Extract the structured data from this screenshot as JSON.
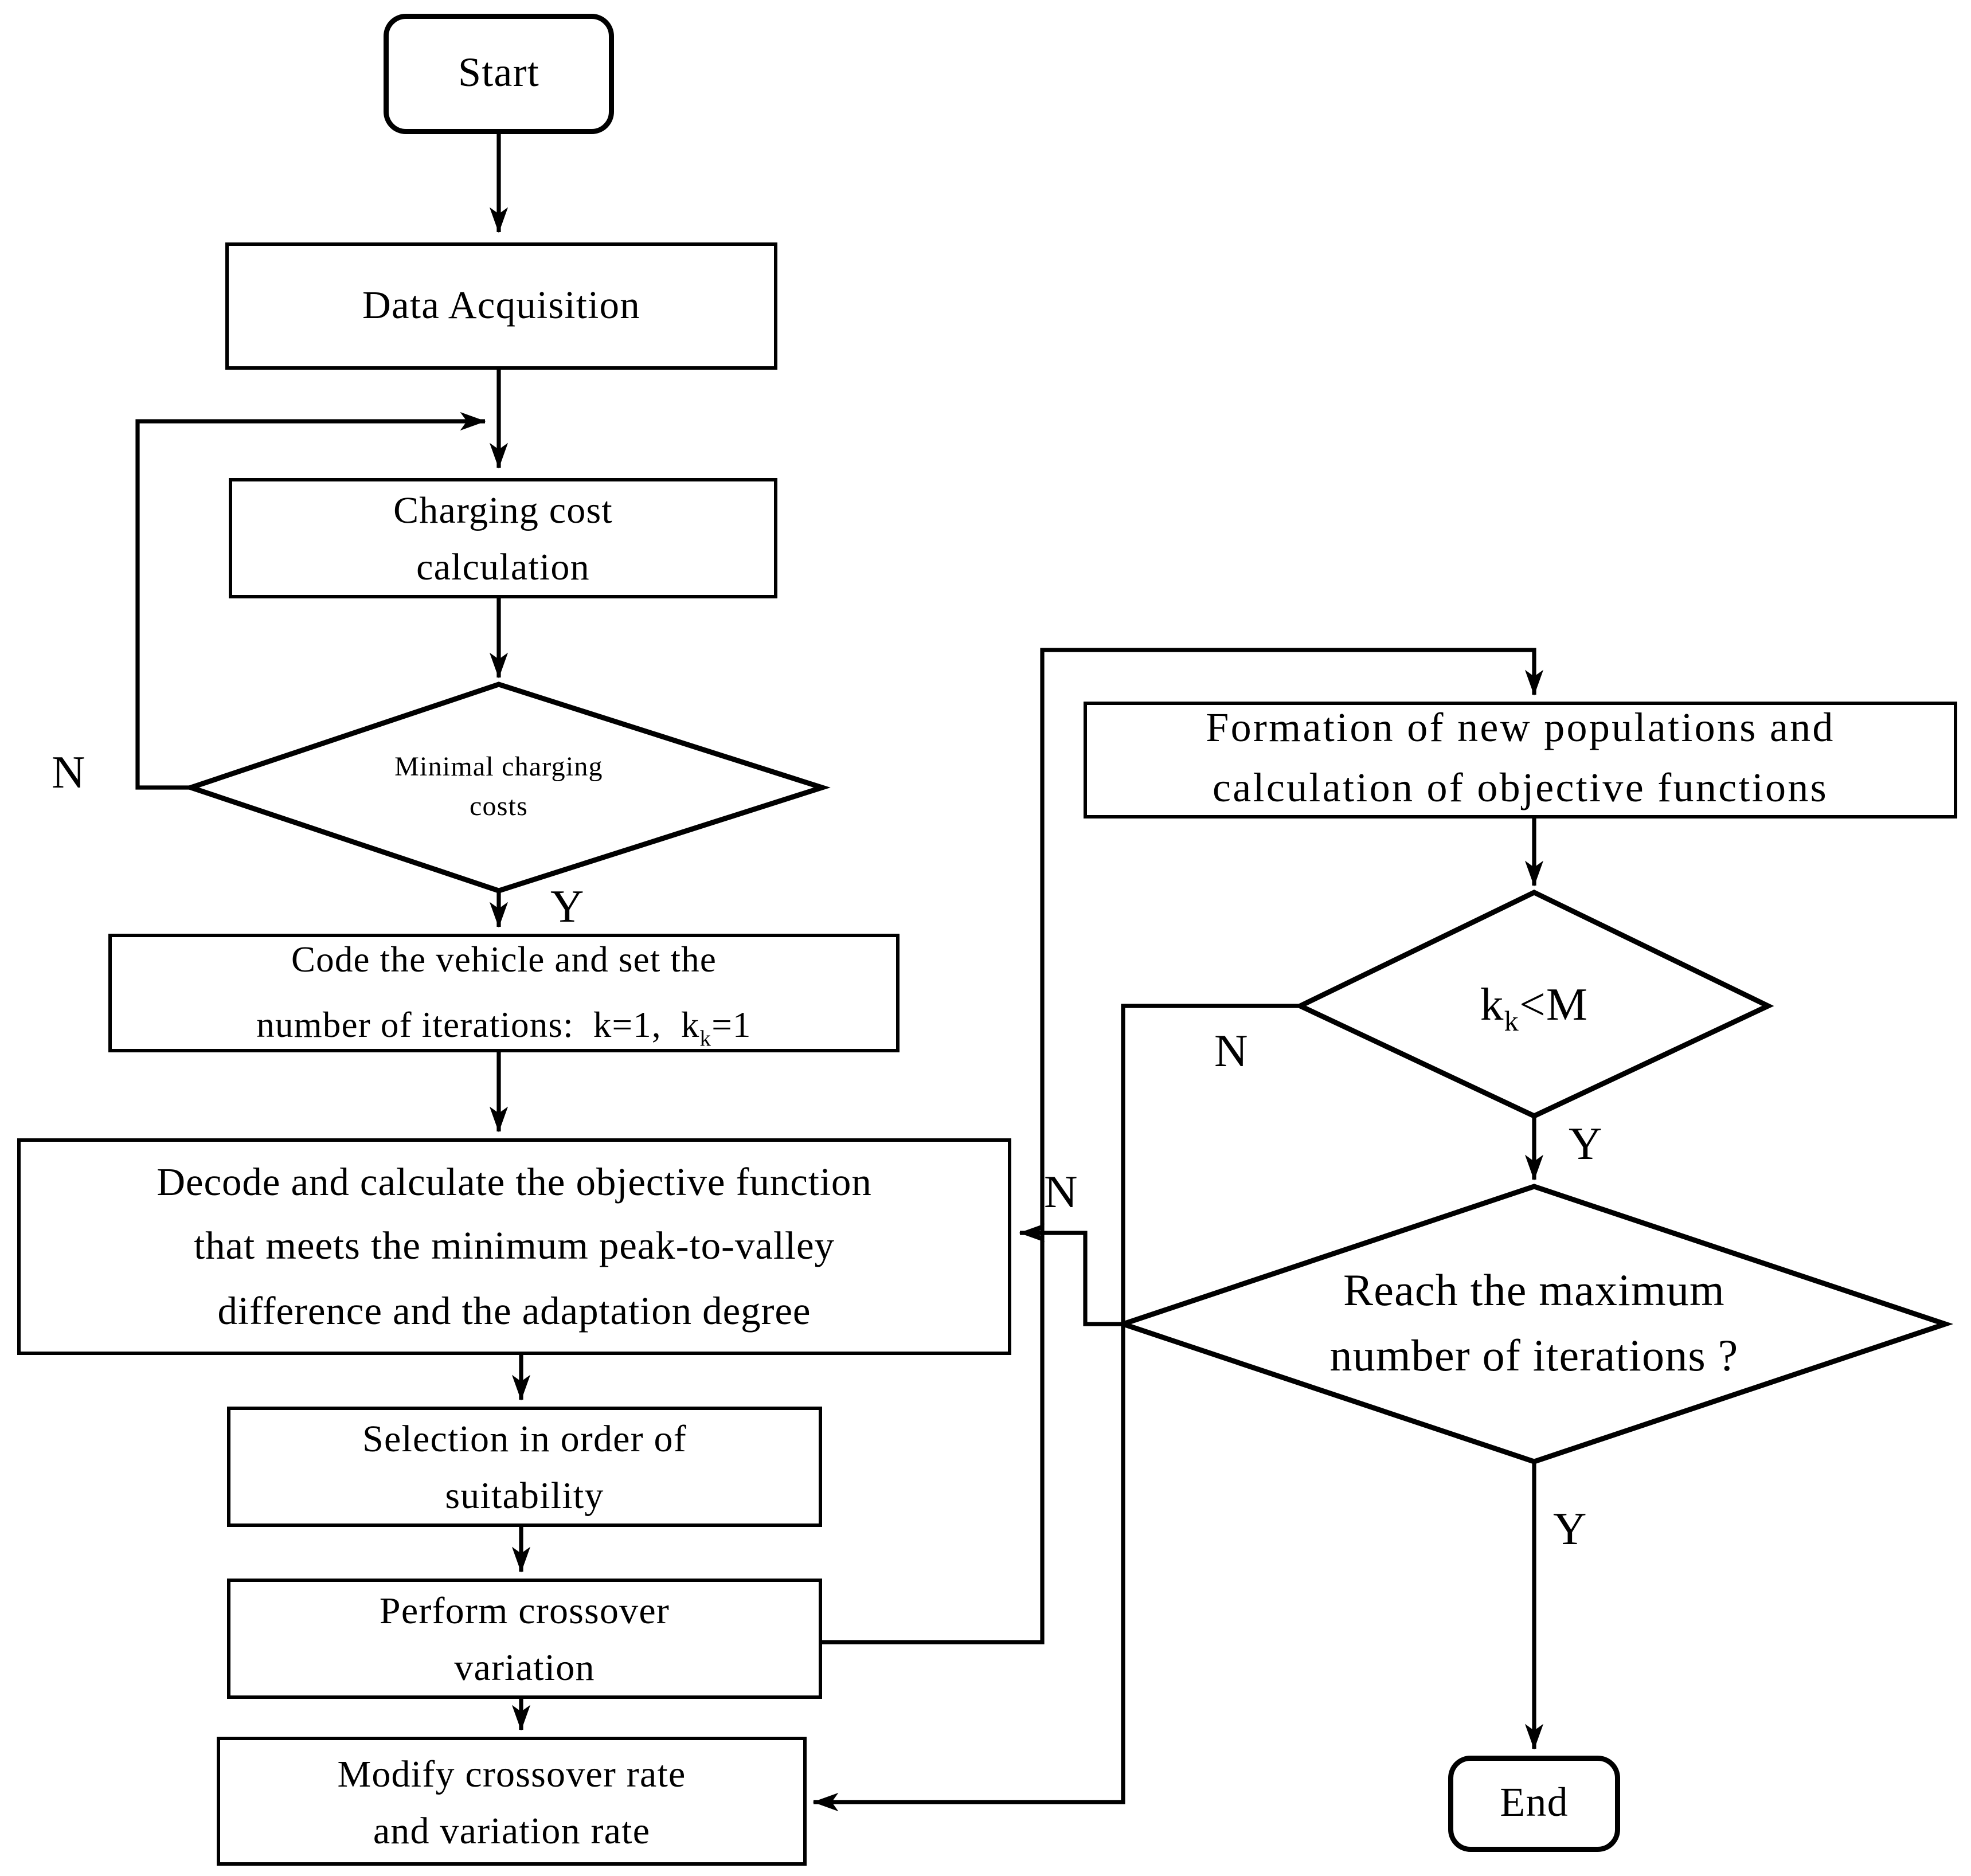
{
  "diagram_type": "flowchart",
  "colors": {
    "line": "#000000",
    "background": "#ffffff"
  },
  "nodes": {
    "start": {
      "label": "Start"
    },
    "data_acquisition": {
      "label": "Data Acquisition"
    },
    "charging_cost": {
      "lines": [
        "Charging cost",
        "calculation"
      ]
    },
    "minimal_charging": {
      "lines": [
        "Minimal charging",
        "costs"
      ]
    },
    "code_vehicle": {
      "line1": "Code the vehicle and set the",
      "line2_pre": "number of iterations:  k=1,  k",
      "line2_sub": "k",
      "line2_post": "=1"
    },
    "decode": {
      "lines": [
        "Decode and calculate the objective function",
        "that meets the minimum peak-to-valley",
        "difference and the adaptation degree"
      ]
    },
    "selection": {
      "lines": [
        "Selection in order of",
        "suitability"
      ]
    },
    "perform_crossover": {
      "lines": [
        "Perform crossover",
        "variation"
      ]
    },
    "modify_rate": {
      "lines": [
        "Modify crossover rate",
        "and variation rate"
      ]
    },
    "formation": {
      "lines": [
        "Formation of new populations and",
        "calculation of objective functions"
      ]
    },
    "kk_condition": {
      "pre": "k",
      "sub": "k",
      "post": "<M"
    },
    "reach_max": {
      "lines": [
        "Reach the maximum",
        "number of iterations ?"
      ]
    },
    "end": {
      "label": "End"
    }
  },
  "edge_labels": {
    "minimal_no": "N",
    "minimal_yes": "Y",
    "kk_no": "N",
    "kk_yes": "Y",
    "reach_no": "N",
    "reach_yes": "Y"
  }
}
